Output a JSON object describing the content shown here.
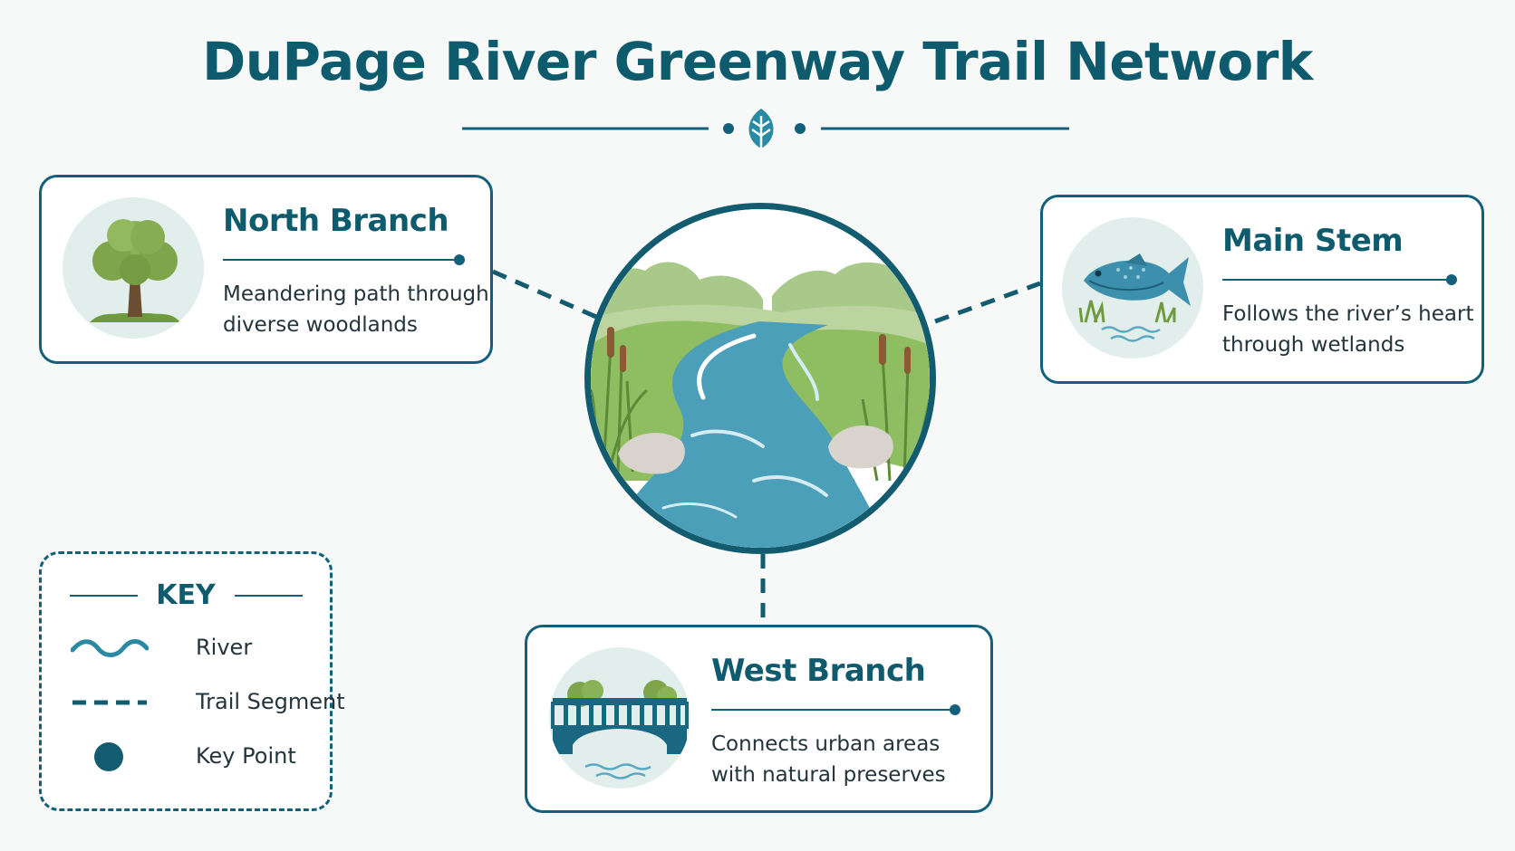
{
  "title": "DuPage River Greenway Trail Network",
  "colors": {
    "primary": "#13607a",
    "title": "#0f5b6e",
    "river": "#4c9fb9",
    "icon_bg": "#e1eeeb",
    "foliage": "#7ea54c"
  },
  "central_image": {
    "icon": "river-landscape-illustration"
  },
  "branches": [
    {
      "id": "north-branch",
      "title": "North Branch",
      "description": "Meandering path through diverse woodlands",
      "icon": "tree-icon"
    },
    {
      "id": "main-stem",
      "title": "Main Stem",
      "description": "Follows the river’s heart through wetlands",
      "icon": "fish-icon"
    },
    {
      "id": "west-branch",
      "title": "West Branch",
      "description": "Connects urban areas with natural preserves",
      "icon": "bridge-icon"
    }
  ],
  "legend": {
    "title": "KEY",
    "items": [
      {
        "label": "River",
        "symbol": "wavy-line-icon"
      },
      {
        "label": "Trail Segment",
        "symbol": "dashed-line-icon"
      },
      {
        "label": "Key Point",
        "symbol": "dot-icon"
      }
    ]
  }
}
